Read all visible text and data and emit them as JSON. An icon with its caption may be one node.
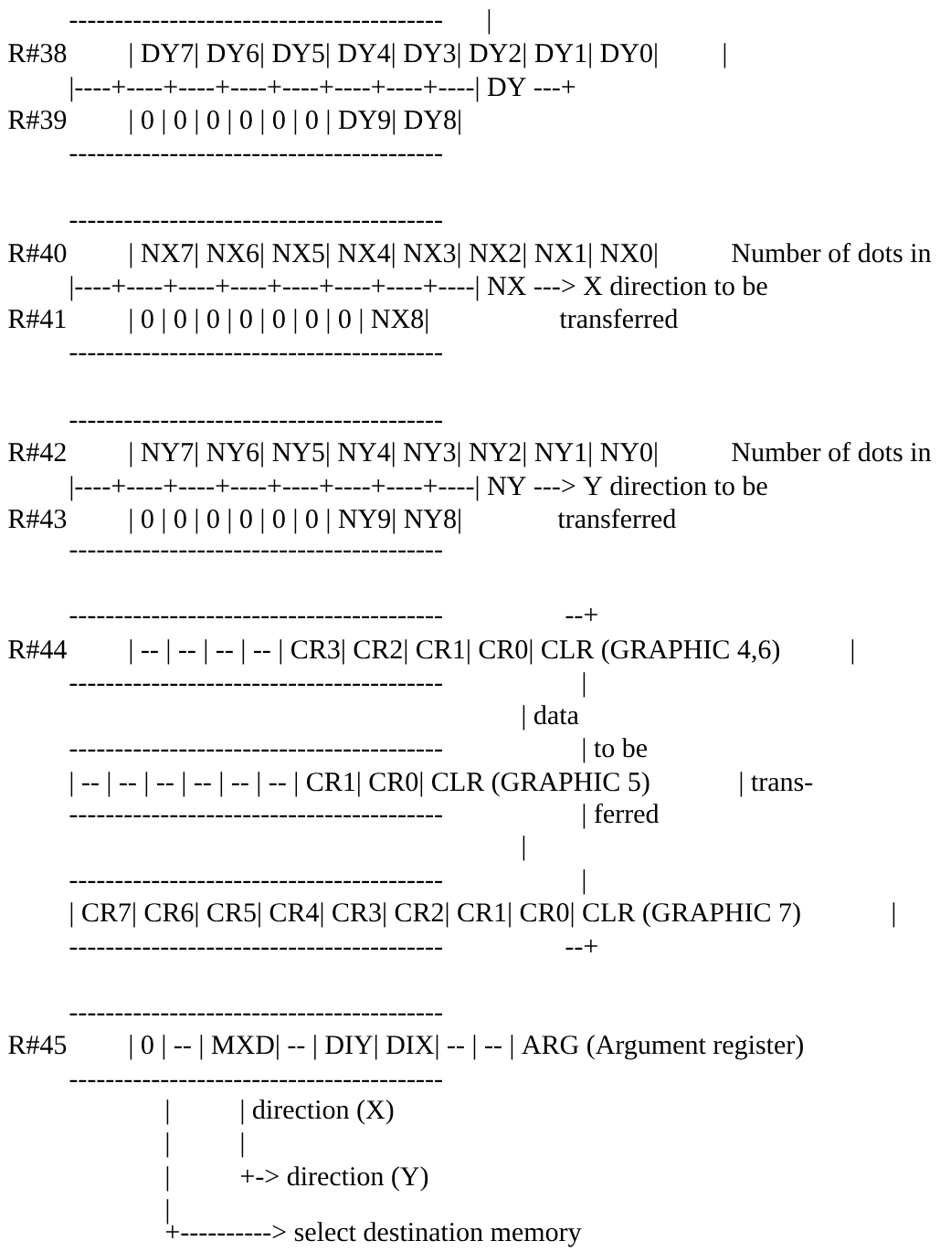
{
  "diagram": {
    "labels": [
      "-----------------------------------------",
      "|",
      "R#38",
      "| DY7| DY6| DY5| DY4| DY3| DY2| DY1| DY0|",
      "|",
      "|----+----+----+----+----+----+----+----| DY ---+",
      "R#39",
      "| 0 | 0 | 0 | 0 | 0 | 0 | DY9| DY8|",
      "-----------------------------------------",
      "-----------------------------------------",
      "R#40",
      "| NX7| NX6| NX5| NX4| NX3| NX2| NX1| NX0|",
      "Number of dots in",
      "|----+----+----+----+----+----+----+----| NX ---> X direction to be",
      "R#41",
      "| 0 | 0 | 0 | 0 | 0 | 0 | 0 | NX8|",
      "transferred",
      "-----------------------------------------",
      "-----------------------------------------",
      "R#42",
      "| NY7| NY6| NY5| NY4| NY3| NY2| NY1| NY0|",
      "Number of dots in",
      "|----+----+----+----+----+----+----+----| NY ---> Y direction to be",
      "R#43",
      "| 0 | 0 | 0 | 0 | 0 | 0 | NY9| NY8|",
      "transferred",
      "-----------------------------------------",
      "-----------------------------------------",
      "--+",
      "R#44",
      "| -- | -- | -- | -- | CR3| CR2| CR1| CR0| CLR (GRAPHIC 4,6)",
      "|",
      "-----------------------------------------",
      "|",
      "| data",
      "-----------------------------------------",
      "| to be",
      "| -- | -- | -- | -- | -- | -- | CR1| CR0| CLR (GRAPHIC 5)",
      "| trans-",
      "-----------------------------------------",
      "| ferred",
      "|",
      "-----------------------------------------",
      "|",
      "| CR7| CR6| CR5| CR4| CR3| CR2| CR1| CR0| CLR (GRAPHIC 7)",
      "|",
      "-----------------------------------------",
      "--+",
      "-----------------------------------------",
      "R#45",
      "| 0 | -- | MXD| -- | DIY| DIX| -- | -- | ARG (Argument register)",
      "-----------------------------------------",
      "|",
      "| direction (X)",
      "|",
      "|",
      "|",
      "+-> direction (Y)",
      "|",
      "+----------> select destination memory"
    ]
  }
}
